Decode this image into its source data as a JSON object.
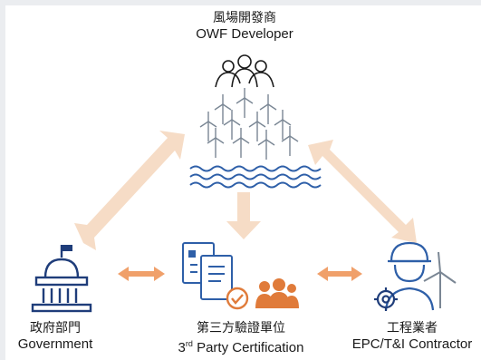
{
  "nodes": {
    "developer": {
      "zh": "風場開發商",
      "en": "OWF Developer"
    },
    "government": {
      "zh": "政府部門",
      "en": "Government"
    },
    "certification": {
      "zh": "第三方驗證單位",
      "en_prefix": "3",
      "en_sup": "rd",
      "en_suffix": " Party Certification"
    },
    "contractor": {
      "zh": "工程業者",
      "en": "EPC/T&I Contractor"
    }
  },
  "colors": {
    "navy": "#1f3d7a",
    "blue": "#2e5fa8",
    "gray": "#7a8694",
    "arrow_light": "#f6dcc6",
    "arrow_dark": "#f0a06a",
    "orange": "#e07b3a"
  },
  "icons": [
    "people-icon",
    "wind-turbines-icon",
    "waves-icon",
    "capitol-building-icon",
    "documents-icon",
    "certified-badge-icon",
    "team-icon",
    "engineer-icon",
    "gear-icon",
    "wind-turbine-icon"
  ]
}
